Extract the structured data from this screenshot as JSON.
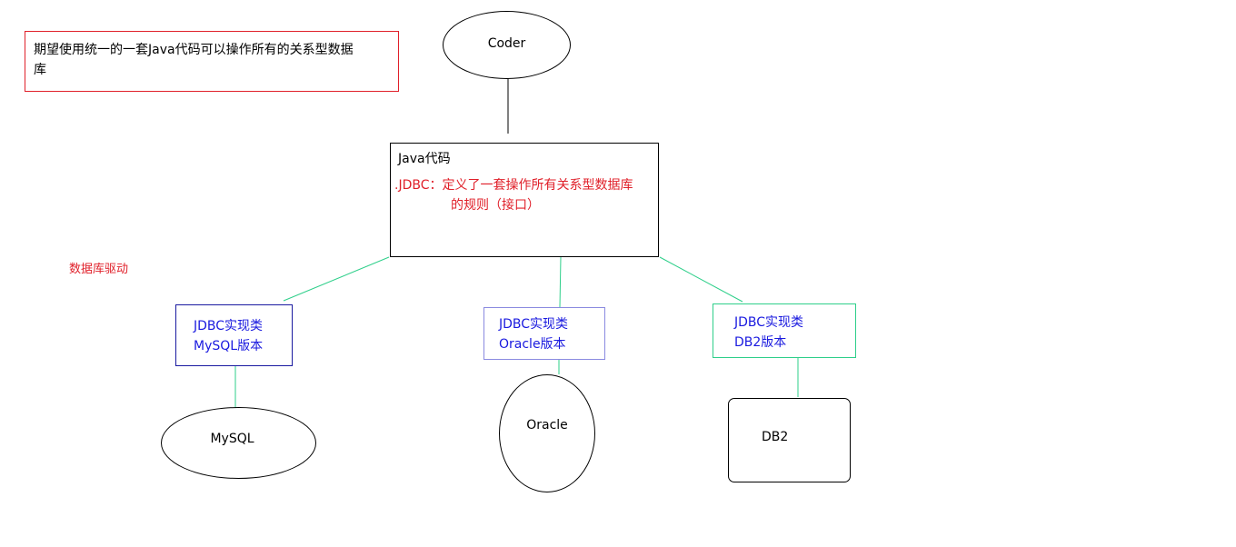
{
  "note": {
    "line1": "期望使用统一的一套Java代码可以操作所有的关系型数据",
    "line2": "库"
  },
  "coder": {
    "label": "Coder"
  },
  "java_box": {
    "title": "Java代码",
    "jdbc_line1": ".JDBC：定义了一套操作所有关系型数据库",
    "jdbc_line2": "的规则（接口）"
  },
  "driver_label": "数据库驱动",
  "implementations": [
    {
      "line1": "JDBC实现类",
      "line2": "MySQL版本",
      "border_color": "#1a1aa0"
    },
    {
      "line1": "JDBC实现类",
      "line2": "Oracle版本",
      "border_color": "#8a8ae0"
    },
    {
      "line1": "JDBC实现类",
      "line2": "DB2版本",
      "border_color": "#2ecf8a"
    }
  ],
  "databases": {
    "mysql": "MySQL",
    "oracle": "Oracle",
    "db2": "DB2"
  },
  "colors": {
    "connector_green": "#2ecf8a",
    "connector_black": "#000000",
    "red_text": "#e0202a",
    "blue_text": "#1a1adf"
  }
}
